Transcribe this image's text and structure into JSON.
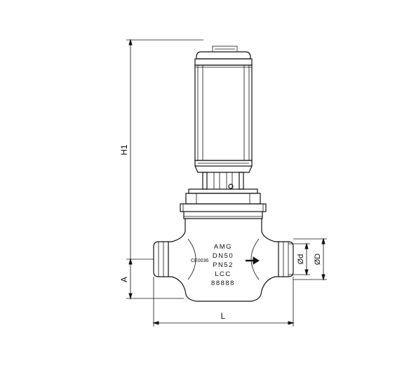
{
  "dimensions": {
    "height_label": "H1",
    "offset_label": "A",
    "length_label": "L",
    "inner_diameter_label": "Ød",
    "outer_diameter_label": "ØD"
  },
  "valve_body": {
    "marking_lines": [
      "AMG",
      "DN50",
      "PN52",
      "LCC",
      "88888"
    ],
    "ce_mark": "CE0036",
    "flow_direction_icon": "arrow-right-icon"
  },
  "colors": {
    "line": "#111111",
    "background": "#ffffff"
  }
}
